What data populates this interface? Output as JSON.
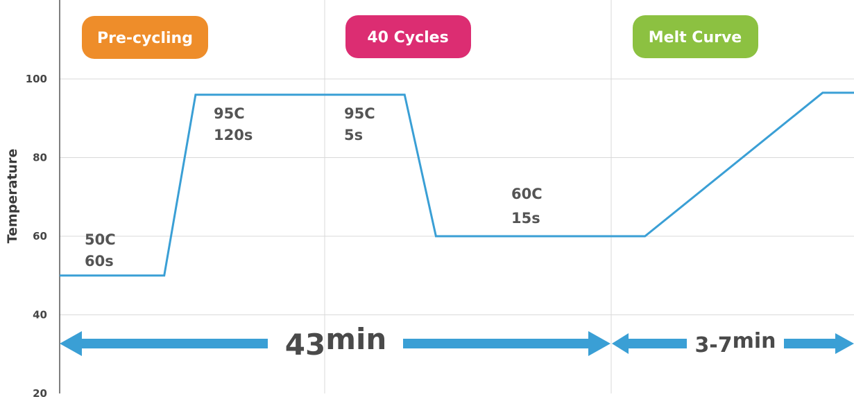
{
  "colors": {
    "line": "#3a9fd5",
    "arrow": "#3a9fd5",
    "grid": "#d9d9d9",
    "axis": "#555555",
    "precycling": "#ee8d2a",
    "cycles": "#dc2d72",
    "meltcurve": "#8cc141"
  },
  "stages": [
    {
      "label": "Pre-cycling",
      "color_key": "precycling"
    },
    {
      "label": "40 Cycles",
      "color_key": "cycles"
    },
    {
      "label": "Melt Curve",
      "color_key": "meltcurve"
    }
  ],
  "annotations": [
    {
      "temp": "50C",
      "time": "60s"
    },
    {
      "temp": "95C",
      "time": "120s"
    },
    {
      "temp": "95C",
      "time": "5s"
    },
    {
      "temp": "60C",
      "time": "15s"
    }
  ],
  "durations": [
    {
      "value": "43",
      "unit": "min"
    },
    {
      "value": "3-7",
      "unit": "min"
    }
  ],
  "chart_data": {
    "type": "line",
    "ylabel": "Temperature",
    "xlabel": "",
    "title": "",
    "ylim": [
      20,
      100
    ],
    "yticks": [
      20,
      40,
      60,
      80,
      100
    ],
    "grid": true,
    "series": [
      {
        "points": [
          [
            0,
            50
          ],
          [
            1,
            50
          ],
          [
            1.3,
            96
          ],
          [
            2,
            96
          ],
          [
            3,
            96
          ],
          [
            3.3,
            96
          ],
          [
            3.6,
            60
          ],
          [
            4,
            60
          ],
          [
            5,
            60
          ],
          [
            5.6,
            60
          ],
          [
            7.3,
            96.5
          ],
          [
            7.6,
            96.5
          ]
        ]
      }
    ]
  }
}
